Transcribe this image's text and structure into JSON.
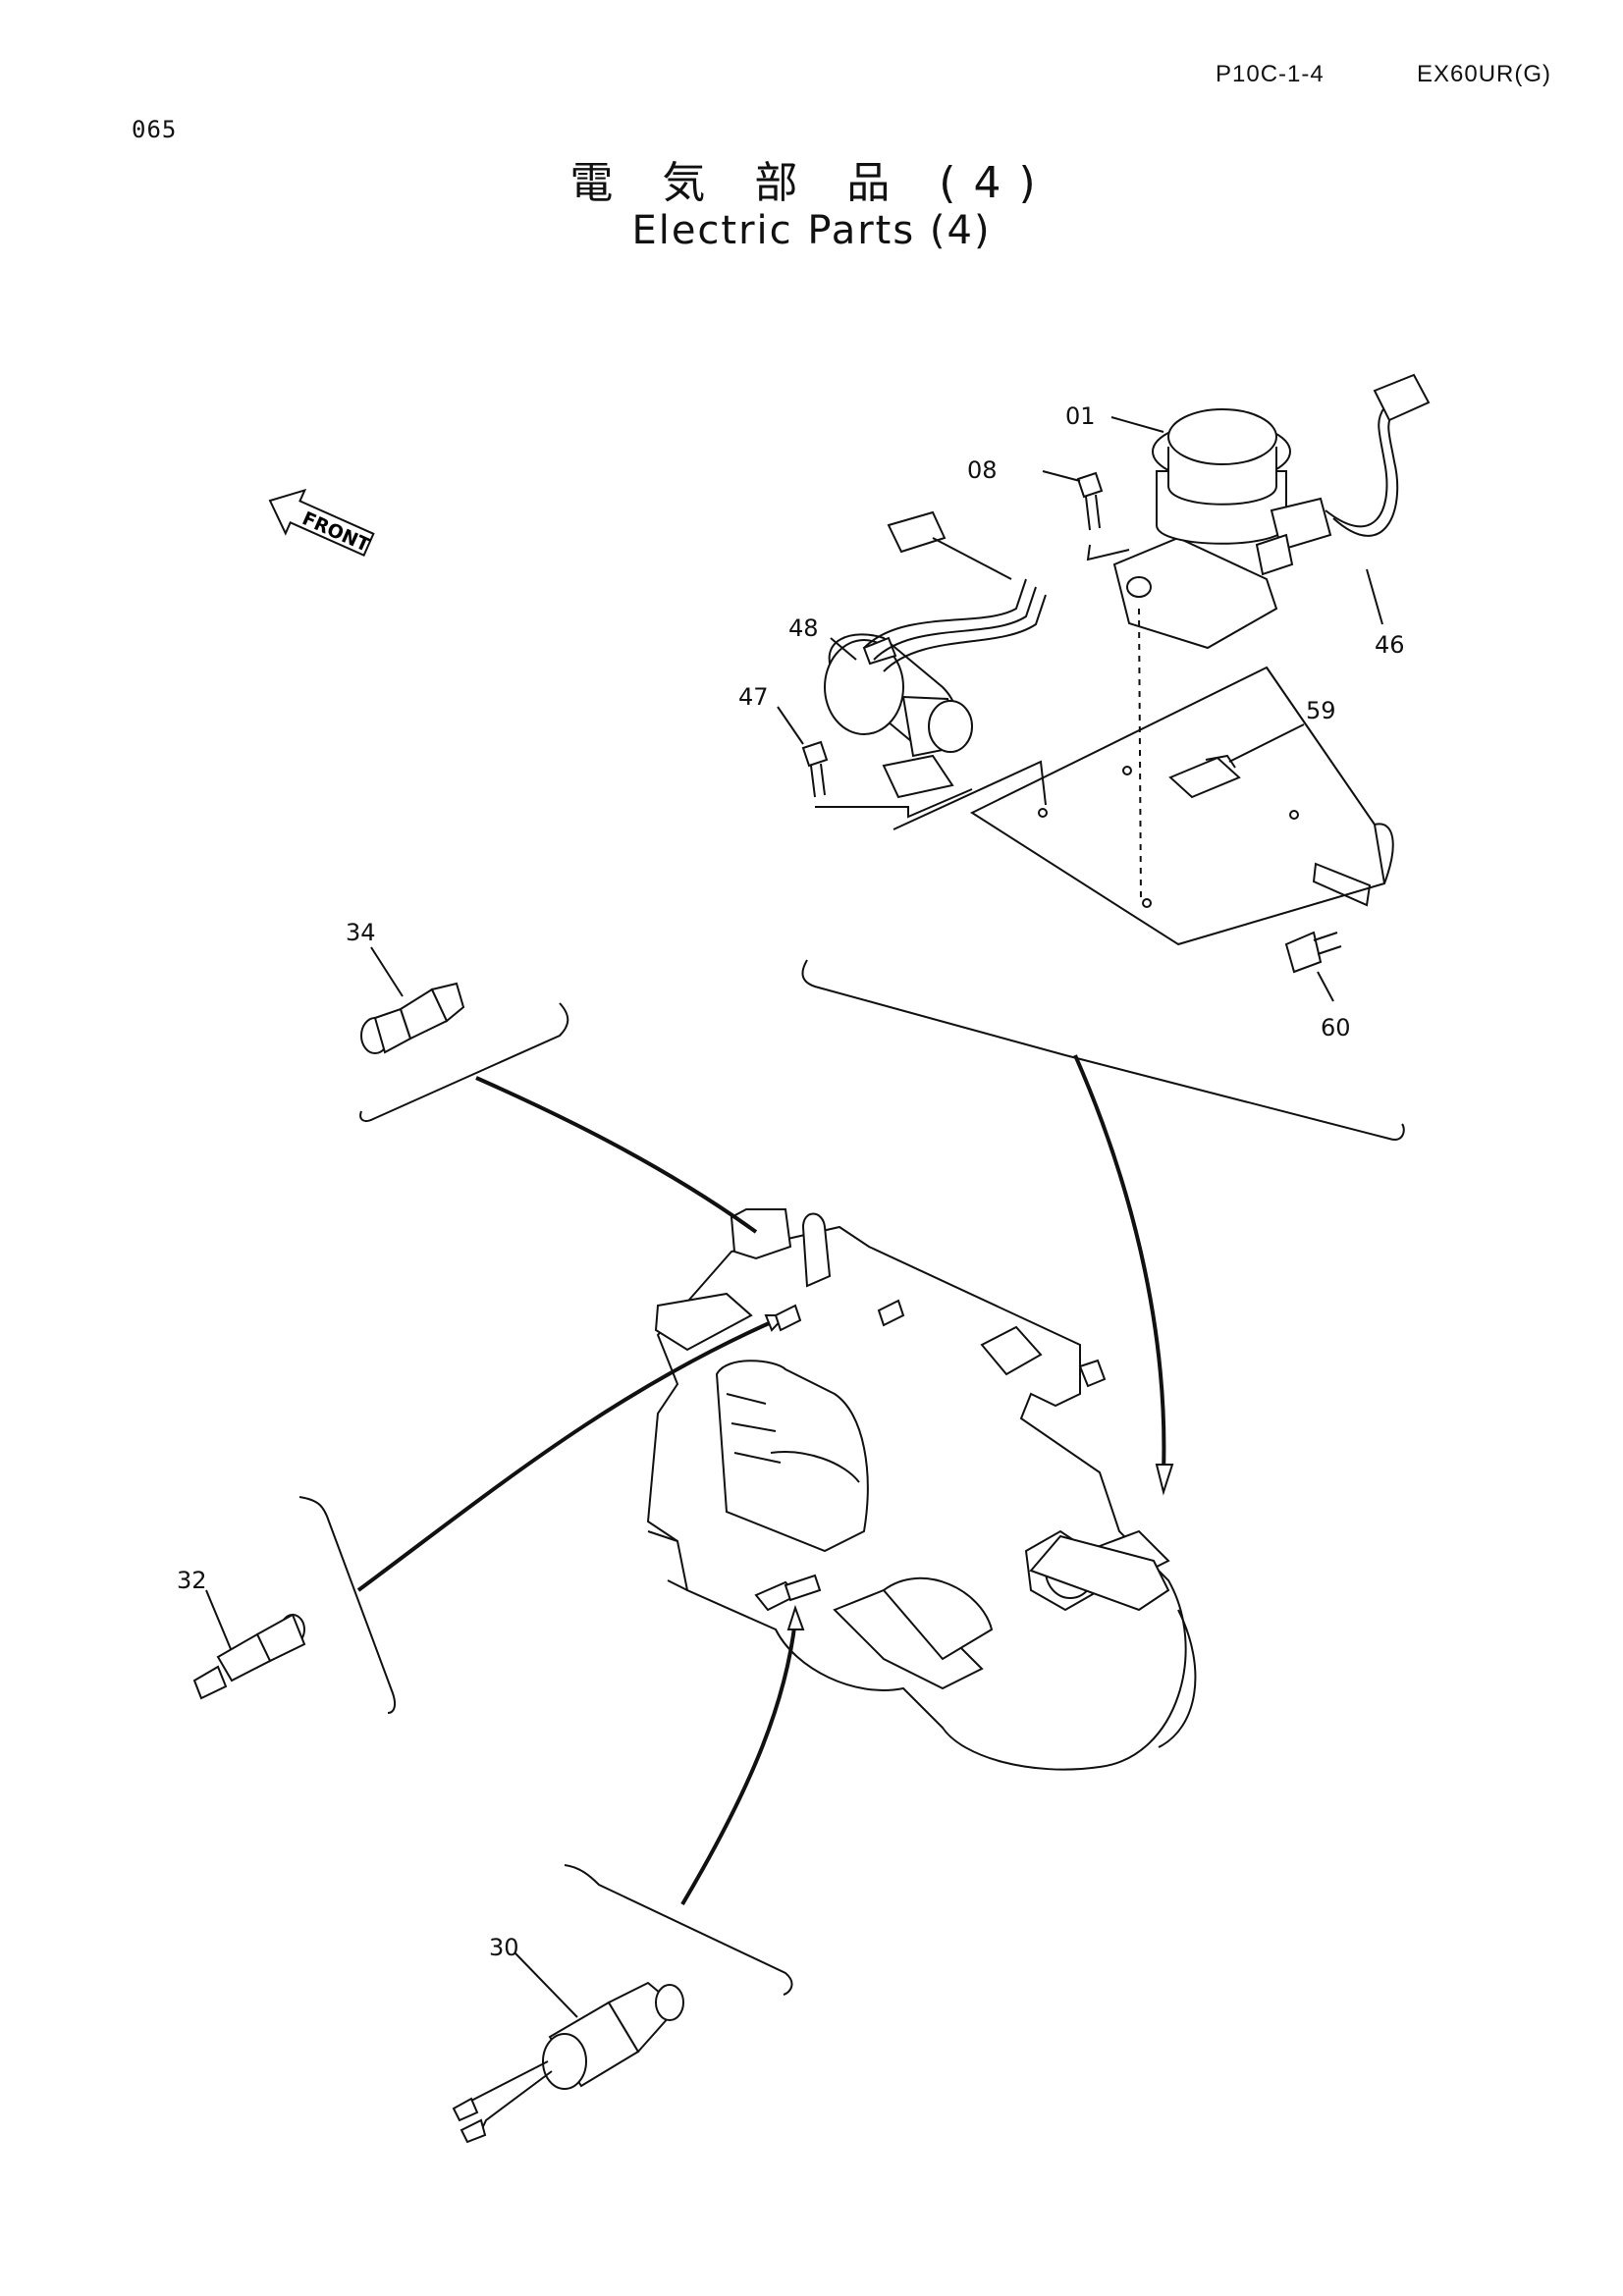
{
  "header": {
    "page_code": "P10C-1-4",
    "model": "EX60UR(G)",
    "page_number": "065"
  },
  "title": {
    "japanese": "電 気 部 品 (4)",
    "english": "Electric Parts (4)"
  },
  "front_label": "FRONT",
  "callouts": {
    "p01": "01",
    "p08": "08",
    "p46": "46",
    "p48": "48",
    "p47": "47",
    "p59": "59",
    "p60": "60",
    "p34": "34",
    "p32": "32",
    "p30": "30"
  }
}
